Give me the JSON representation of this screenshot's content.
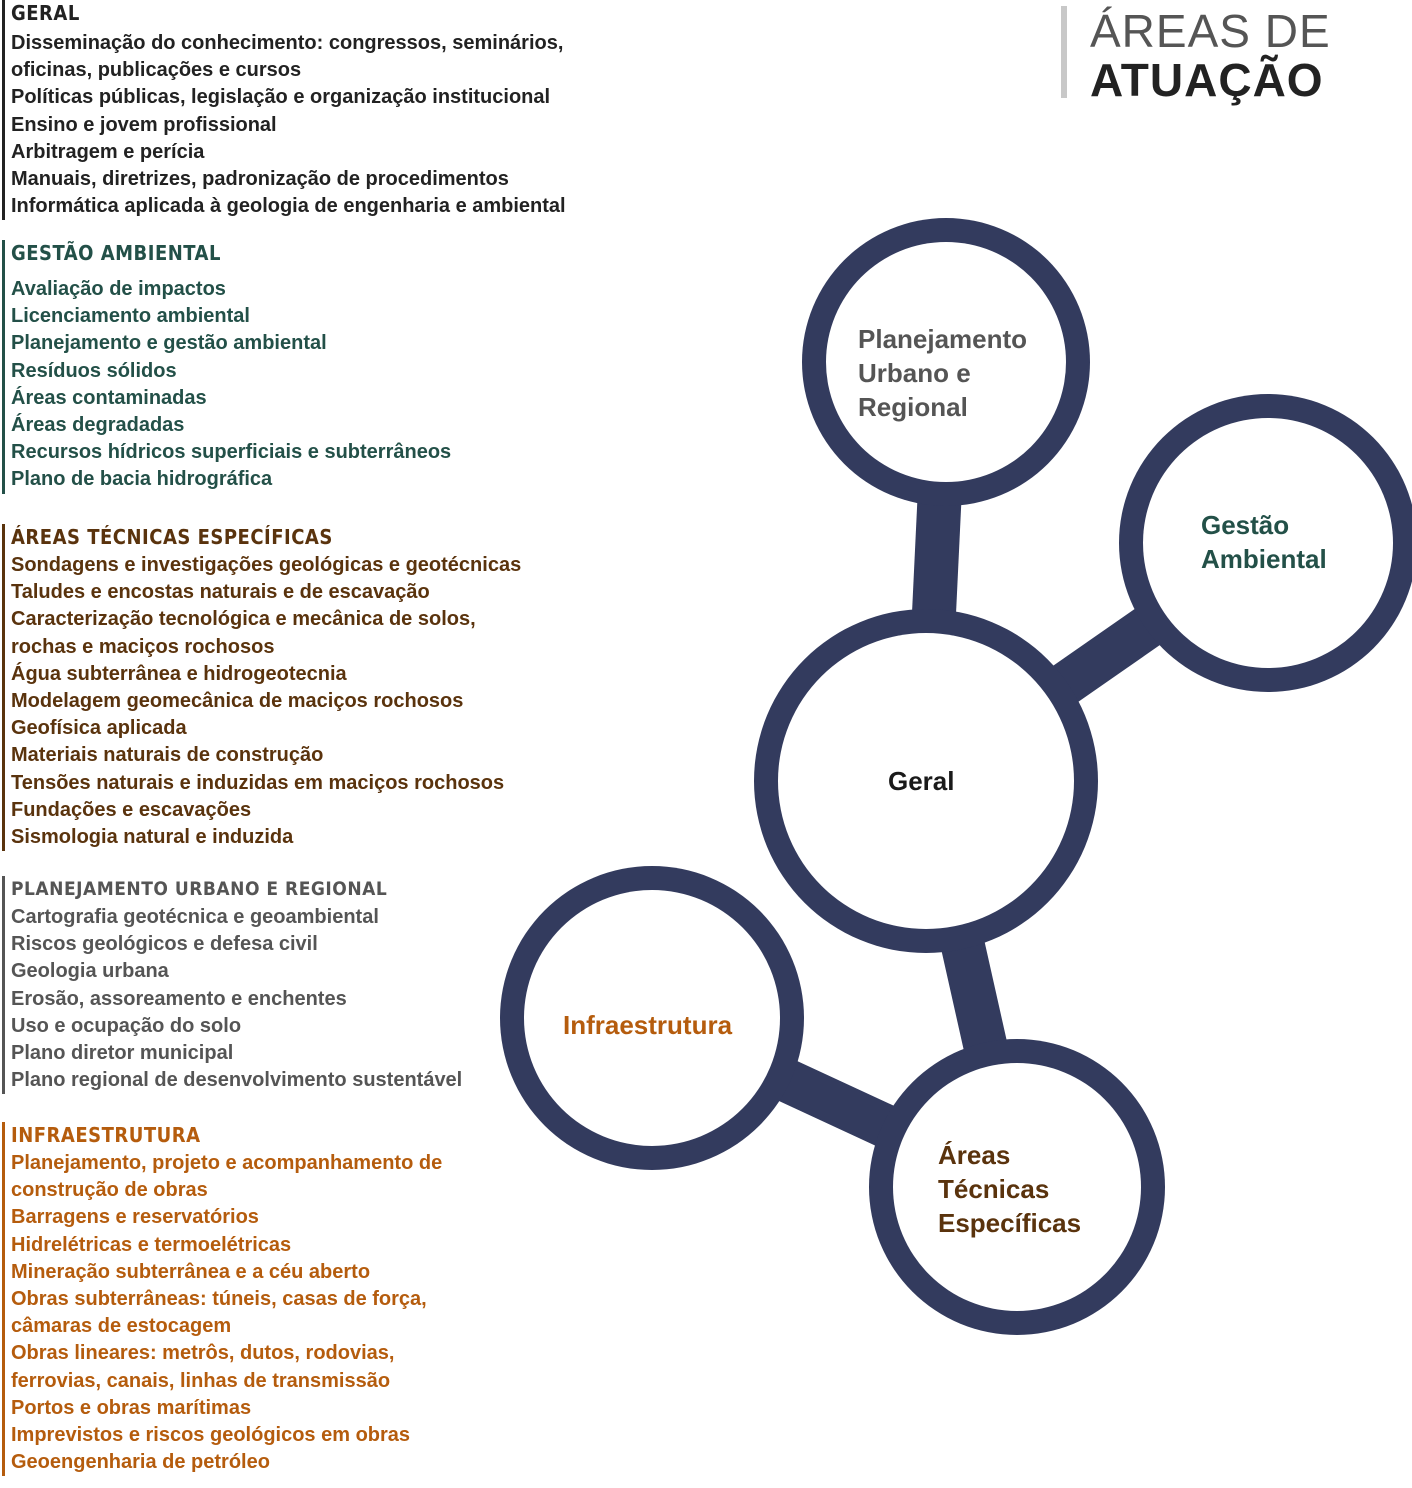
{
  "title": {
    "line1": "ÁREAS DE",
    "line2": "ATUAÇÃO"
  },
  "sections": {
    "geral": {
      "heading": "GERAL",
      "items": [
        "Disseminação do conhecimento: congressos, seminários,",
        "oficinas, publicações e cursos",
        "Políticas públicas, legislação e organização institucional",
        "Ensino e jovem profissional",
        "Arbitragem e perícia",
        "Manuais, diretrizes, padronização de procedimentos",
        "Informática aplicada à geologia de engenharia e ambiental"
      ]
    },
    "gestao": {
      "heading": "GESTÃO AMBIENTAL",
      "items": [
        "Avaliação de impactos",
        "Licenciamento ambiental",
        "Planejamento e gestão ambiental",
        "Resíduos sólidos",
        "Áreas contaminadas",
        "Áreas degradadas",
        "Recursos hídricos superficiais e subterrâneos",
        "Plano de bacia hidrográfica"
      ]
    },
    "tecnicas": {
      "heading": "ÁREAS TÉCNICAS ESPECÍFICAS",
      "items": [
        "Sondagens e investigações geológicas e geotécnicas",
        "Taludes e encostas naturais e de escavação",
        "Caracterização tecnológica e mecânica de solos,",
        "rochas e maciços rochosos",
        "Água subterrânea e hidrogeotecnia",
        "Modelagem geomecânica de maciços rochosos",
        "Geofísica aplicada",
        "Materiais naturais de construção",
        "Tensões naturais e induzidas em maciços rochosos",
        "Fundações e escavações",
        "Sismologia natural e induzida"
      ]
    },
    "planejamento": {
      "heading": "PLANEJAMENTO URBANO E REGIONAL",
      "items": [
        "Cartografia geotécnica e geoambiental",
        "Riscos geológicos e defesa civil",
        "Geologia urbana",
        "Erosão, assoreamento e enchentes",
        "Uso e ocupação do solo",
        "Plano diretor municipal",
        "Plano regional de desenvolvimento sustentável"
      ]
    },
    "infra": {
      "heading": "INFRAESTRUTURA",
      "items": [
        "Planejamento, projeto e acompanhamento de",
        "construção de obras",
        "Barragens e reservatórios",
        "Hidrelétricas e termoelétricas",
        "Mineração subterrânea e a céu aberto",
        "Obras subterrâneas: túneis, casas de força,",
        "câmaras de estocagem",
        "Obras lineares: metrôs, dutos, rodovias,",
        "ferrovias, canais, linhas de transmissão",
        "Portos e obras marítimas",
        "Imprevistos e riscos geológicos em obras",
        "Geoengenharia de petróleo"
      ]
    }
  },
  "diagram": {
    "ring_color": "#333b5e",
    "nodes": {
      "planejamento": {
        "lines": [
          "Planejamento",
          "Urbano e",
          "Regional"
        ],
        "color": "#555555"
      },
      "gestao": {
        "lines": [
          "Gestão",
          "Ambiental"
        ],
        "color": "#235048"
      },
      "geral": {
        "lines": [
          "Geral"
        ],
        "color": "#1a1a1a"
      },
      "infra": {
        "lines": [
          "Infraestrutura"
        ],
        "color": "#b55c0d"
      },
      "tecnicas": {
        "lines": [
          "Áreas",
          "Técnicas",
          "Específicas"
        ],
        "color": "#5a330d"
      }
    }
  }
}
